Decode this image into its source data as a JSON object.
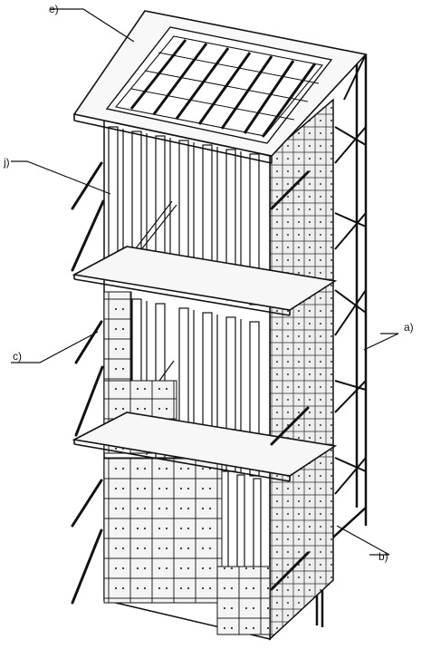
{
  "labels": {
    "e": "e)",
    "j": "j)",
    "c": "c)",
    "a": "a)",
    "b": "b)"
  },
  "colors": {
    "line": "#111111",
    "panel": "#f4f4f4",
    "slab": "#f7f7f7",
    "background": "#ffffff"
  }
}
